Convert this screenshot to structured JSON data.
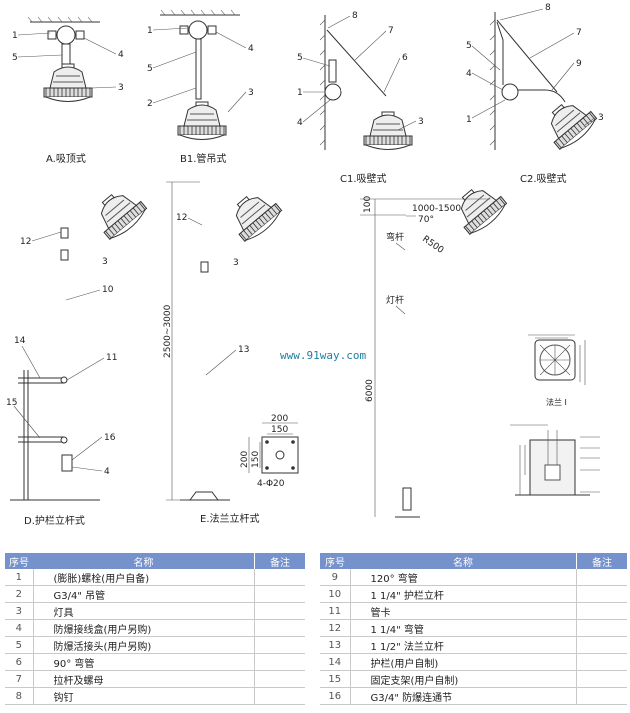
{
  "captions": {
    "a": "A.吸顶式",
    "b1": "B1.管吊式",
    "c1": "C1.吸壁式",
    "c2": "C2.吸壁式",
    "d": "D.护栏立杆式",
    "e": "E.法兰立杆式"
  },
  "watermark": "www.91way.com",
  "callouts": {
    "a": [
      "1",
      "5",
      "4",
      "3"
    ],
    "b1": [
      "1",
      "5",
      "2",
      "4",
      "3"
    ],
    "c1": [
      "8",
      "7",
      "6",
      "5",
      "1",
      "4",
      "3"
    ],
    "c2": [
      "8",
      "7",
      "9",
      "5",
      "4",
      "1",
      "3"
    ],
    "d": [
      "12",
      "3",
      "10",
      "14",
      "11",
      "15",
      "16",
      "4"
    ],
    "e": [
      "12",
      "3",
      "13"
    ]
  },
  "dims_e": {
    "height": "2500~3000",
    "w": "200",
    "inner": "150",
    "side": "200",
    "holes": "4-Φ20"
  },
  "pole": {
    "top": "100",
    "reach": "1000-1500",
    "angle": "70°",
    "radius": "R500",
    "arm": "弯杆",
    "pole": "灯杆",
    "height": "6000",
    "flange": "法兰 I"
  },
  "table": {
    "headers": [
      "序号",
      "名称",
      "备注"
    ],
    "left": [
      {
        "no": "1",
        "name": "(膨胀)螺栓(用户自备)",
        "note": ""
      },
      {
        "no": "2",
        "name": "G3/4\" 吊管",
        "note": ""
      },
      {
        "no": "3",
        "name": "灯具",
        "note": ""
      },
      {
        "no": "4",
        "name": "防爆接线盒(用户另购)",
        "note": ""
      },
      {
        "no": "5",
        "name": "防爆活接头(用户另购)",
        "note": ""
      },
      {
        "no": "6",
        "name": "90° 弯管",
        "note": ""
      },
      {
        "no": "7",
        "name": "拉杆及螺母",
        "note": ""
      },
      {
        "no": "8",
        "name": "钩钉",
        "note": ""
      }
    ],
    "right": [
      {
        "no": "9",
        "name": "120° 弯管",
        "note": ""
      },
      {
        "no": "10",
        "name": "1 1/4\" 护栏立杆",
        "note": ""
      },
      {
        "no": "11",
        "name": "管卡",
        "note": ""
      },
      {
        "no": "12",
        "name": "1 1/4\" 弯管",
        "note": ""
      },
      {
        "no": "13",
        "name": "1 1/2\" 法兰立杆",
        "note": ""
      },
      {
        "no": "14",
        "name": "护栏(用户自制)",
        "note": ""
      },
      {
        "no": "15",
        "name": "固定支架(用户自制)",
        "note": ""
      },
      {
        "no": "16",
        "name": "G3/4\" 防爆连通节",
        "note": ""
      }
    ]
  }
}
